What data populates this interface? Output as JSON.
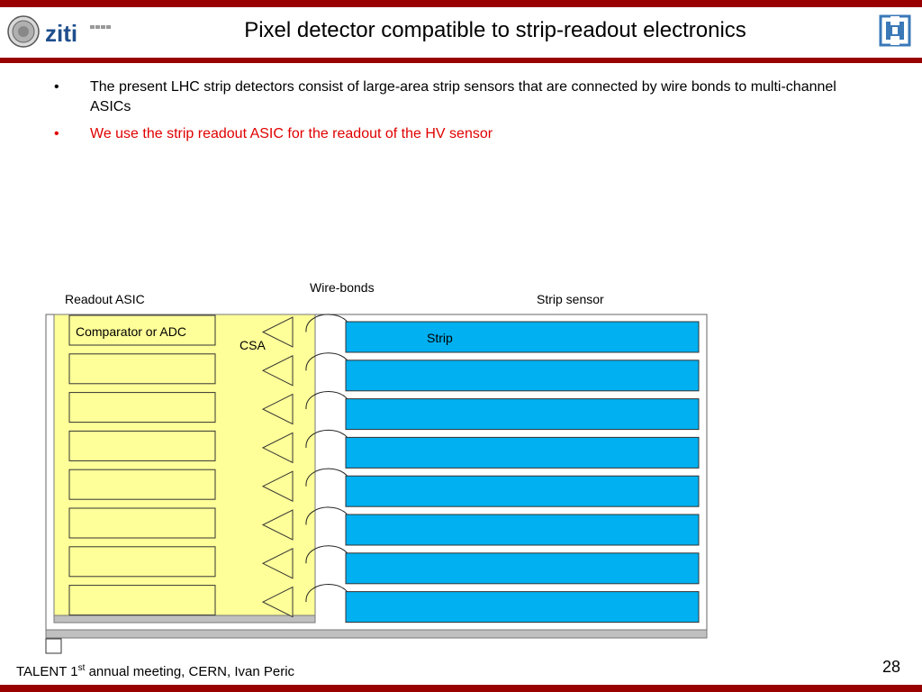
{
  "slide": {
    "title": "Pixel detector compatible to strip-readout electronics",
    "logo_left_text": "ziti",
    "bullets": [
      {
        "text": "The present LHC strip detectors consist of large-area strip sensors that are connected by wire bonds to multi-channel ASICs",
        "color": "#000000"
      },
      {
        "text": "We use the strip readout ASIC for the readout of the HV sensor",
        "color": "#e00000"
      }
    ],
    "bullet_char": "•",
    "footer": {
      "pre": "TALENT 1",
      "sup": "st",
      "post": " annual meeting, CERN, Ivan Peric"
    },
    "page_number": "28"
  },
  "diagram": {
    "labels": {
      "readout_asic": "Readout ASIC",
      "wire_bonds": "Wire-bonds",
      "strip_sensor": "Strip sensor",
      "comparator": "Comparator or ADC",
      "csa": "CSA",
      "strip": "Strip"
    },
    "channel_count": 8,
    "colors": {
      "asic_fill": "#ffff99",
      "strip_fill": "#00b0f0",
      "base_fill": "#c0c0c0",
      "header_red": "#990000"
    }
  }
}
